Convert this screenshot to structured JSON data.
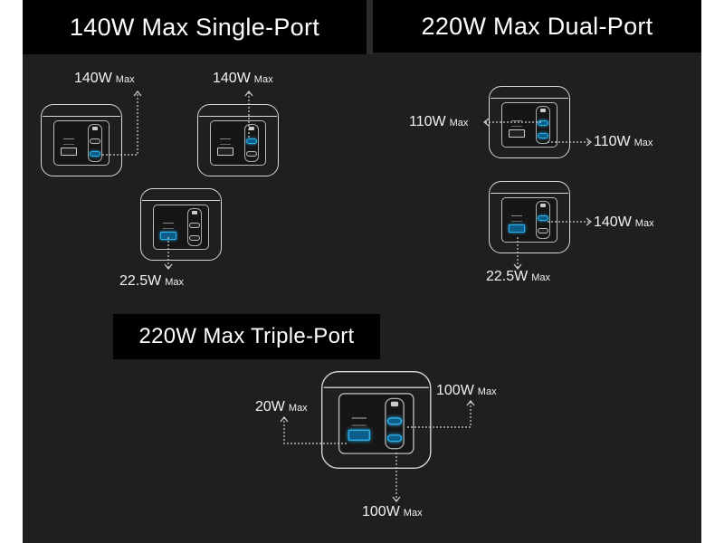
{
  "headers": {
    "single_port": "140W Max Single-Port",
    "dual_port": "220W Max Dual-Port",
    "triple_port": "220W Max Triple-Port"
  },
  "max_suffix": "Max",
  "accent_color": "#2ab0ea",
  "chargers": [
    {
      "id": "single-c2",
      "active_ports": [
        "c2"
      ]
    },
    {
      "id": "single-c1",
      "active_ports": [
        "c1"
      ]
    },
    {
      "id": "single-usba",
      "active_ports": [
        "usba"
      ]
    },
    {
      "id": "dual-c1-c2",
      "active_ports": [
        "c1",
        "c2"
      ]
    },
    {
      "id": "dual-usba-c1",
      "active_ports": [
        "usba",
        "c1"
      ]
    },
    {
      "id": "triple",
      "active_ports": [
        "usba",
        "c1",
        "c2"
      ]
    }
  ],
  "labels": {
    "single_c2": "140W",
    "single_c1": "140W",
    "single_usba": "22.5W",
    "dual_c1": "110W",
    "dual_c2": "110W",
    "dual2_c1": "140W",
    "dual2_usba": "22.5W",
    "triple_usba": "20W",
    "triple_c1": "100W",
    "triple_c2": "100W"
  }
}
